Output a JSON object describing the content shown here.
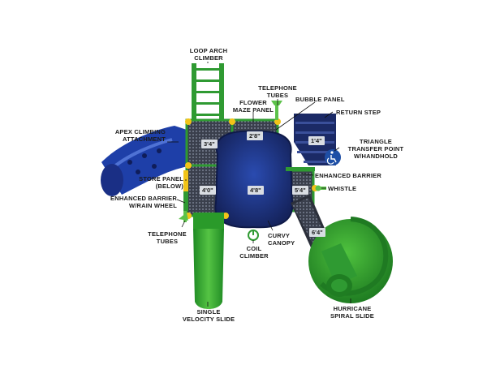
{
  "labels": {
    "loop_arch": "LOOP ARCH\nCLIMBER",
    "telephone_top": "TELEPHONE\nTUBES",
    "flower_maze": "FLOWER\nMAZE PANEL",
    "bubble_panel": "BUBBLE PANEL",
    "return_step": "RETURN STEP",
    "apex": "APEX CLIMBING\nATTACHMENT",
    "triangle": "TRIANGLE\nTRANSFER POINT\nW/HANDHOLD",
    "enhanced_barrier": "ENHANCED BARRIER",
    "store_panel": "STORE PANEL\n(BELOW)",
    "whistle": "WHISTLE",
    "enhanced_rain": "ENHANCED BARRIER\nW/RAIN WHEEL",
    "telephone_bottom": "TELEPHONE\nTUBES",
    "curvy_canopy": "CURVY\nCANOPY",
    "coil_climber": "COIL\nCLIMBER",
    "single_velocity": "SINGLE\nVELOCITY SLIDE",
    "hurricane": "HURRICANE\nSPIRAL SLIDE"
  },
  "dimensions": {
    "d1": "3'4\"",
    "d2": "2'8\"",
    "d3": "1'4\"",
    "d4": "4'0\"",
    "d5": "4'8\"",
    "d6": "5'4\"",
    "d7": "6'4\""
  },
  "icons": {
    "accessibility": "wheelchair-accessibility-icon"
  },
  "colors": {
    "green": "#2f9a32",
    "green_light": "#5cc24a",
    "blue": "#1f3f9c",
    "navy": "#1b2a66",
    "deck": "#2b2f3a",
    "yellow": "#f2c418"
  }
}
